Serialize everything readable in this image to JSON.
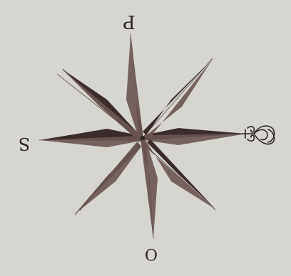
{
  "compass": {
    "labels": {
      "top": "P",
      "bottom": "O",
      "left": "S"
    },
    "colors": {
      "paper": "#d8d7d1",
      "ink": "#2b2622",
      "point_dark": "#3a2c2b",
      "point_light": "#6a5552"
    },
    "north_marker": "fleur-de-lis",
    "orientation": "upside-down"
  }
}
